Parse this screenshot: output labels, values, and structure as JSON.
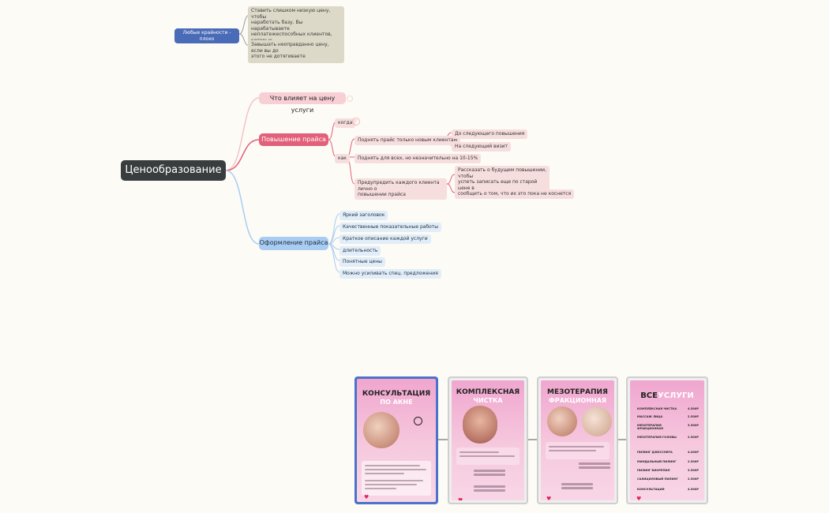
{
  "top": {
    "left_node": "Любые крайности - плохо",
    "note1": "Ставить слишком низкую цену, чтобы\nнаработать базу. Вы нарабатываете\nнеплатежеспособных клиентов, которые\nготовы ходить только за низкие цены и\nскидочки",
    "note2": "Завышать неоправданно цену, если вы до\nэтого не дотягиваете"
  },
  "root": "Ценообразование",
  "branches": {
    "b1": "Что влияет на цену услуги",
    "b2": "Повышение прайса",
    "b3": "Оформление прайса"
  },
  "raise": {
    "when": "когда",
    "how": "как",
    "only_new": "Поднять прайс только новым клиентам",
    "until_next": "До следующего повышения",
    "next_visit": "На следующий визит",
    "all_slight": "Поднять для всех, но незначительно на 10-15%",
    "warn": "Предупредить каждого клиента лично о\nповышении прайса",
    "tell_future": "Рассказать о будущем повышении, чтобы\nуспеть записать еще по старой цене в\nпоследний раз",
    "tell_unaffected": "сообщить о том, что их это пока не коснется"
  },
  "design": {
    "items": [
      "Яркий заголовок",
      "Качественные показательные работы",
      "Краткое описание каждой услуги",
      "длительность",
      "Понятные цены",
      "Можно усиливать спец. предложения"
    ]
  },
  "cards": [
    {
      "title": "КОНСУЛЬТАЦИЯ",
      "subtitle": "ПО АКНЕ"
    },
    {
      "title": "КОМПЛЕКСНАЯ",
      "subtitle": "ЧИСТКА"
    },
    {
      "title": "МЕЗОТЕРАПИЯ",
      "subtitle": "ФРАКЦИОННАЯ"
    },
    {
      "title": "ВСЕ",
      "subtitle": "УСЛУГИ"
    }
  ],
  "price_list": {
    "items": [
      {
        "name": "КОМПЛЕКСНАЯ ЧИСТКА",
        "price": "4.500Р"
      },
      {
        "name": "МАССАЖ ЛИЦА",
        "price": "2.500Р"
      },
      {
        "name": "МЕЗОТЕРАПИЯ ФРАКЦИОННАЯ",
        "price": "3.500Р"
      },
      {
        "name": "МЕЗОТЕРАПИЯ ГОЛОВЫ",
        "price": "2.500Р"
      },
      {
        "name": "ПИЛИНГ ДЖЕССНЕРА",
        "price": "4.000Р"
      },
      {
        "name": "МИНДАЛЬНЫЙ ПИЛИНГ",
        "price": "2.500Р"
      },
      {
        "name": "ПИЛИНГ БИОРЕПИЛ",
        "price": "3.500Р"
      },
      {
        "name": "САЛИЦИЛОВЫЙ ПИЛИНГ",
        "price": "2.500Р"
      },
      {
        "name": "КОНСУЛЬТАЦИЯ",
        "price": "4.500Р"
      }
    ]
  },
  "colors": {
    "root": "#3a3d3f",
    "pink_branch": "#e2607a",
    "pink_light": "#f7cfd4",
    "blue_branch": "#a9cdf2",
    "left_pill": "#4a6bb8",
    "card_border_selected": "#4a73c9",
    "card_border": "#cfcfcf"
  }
}
